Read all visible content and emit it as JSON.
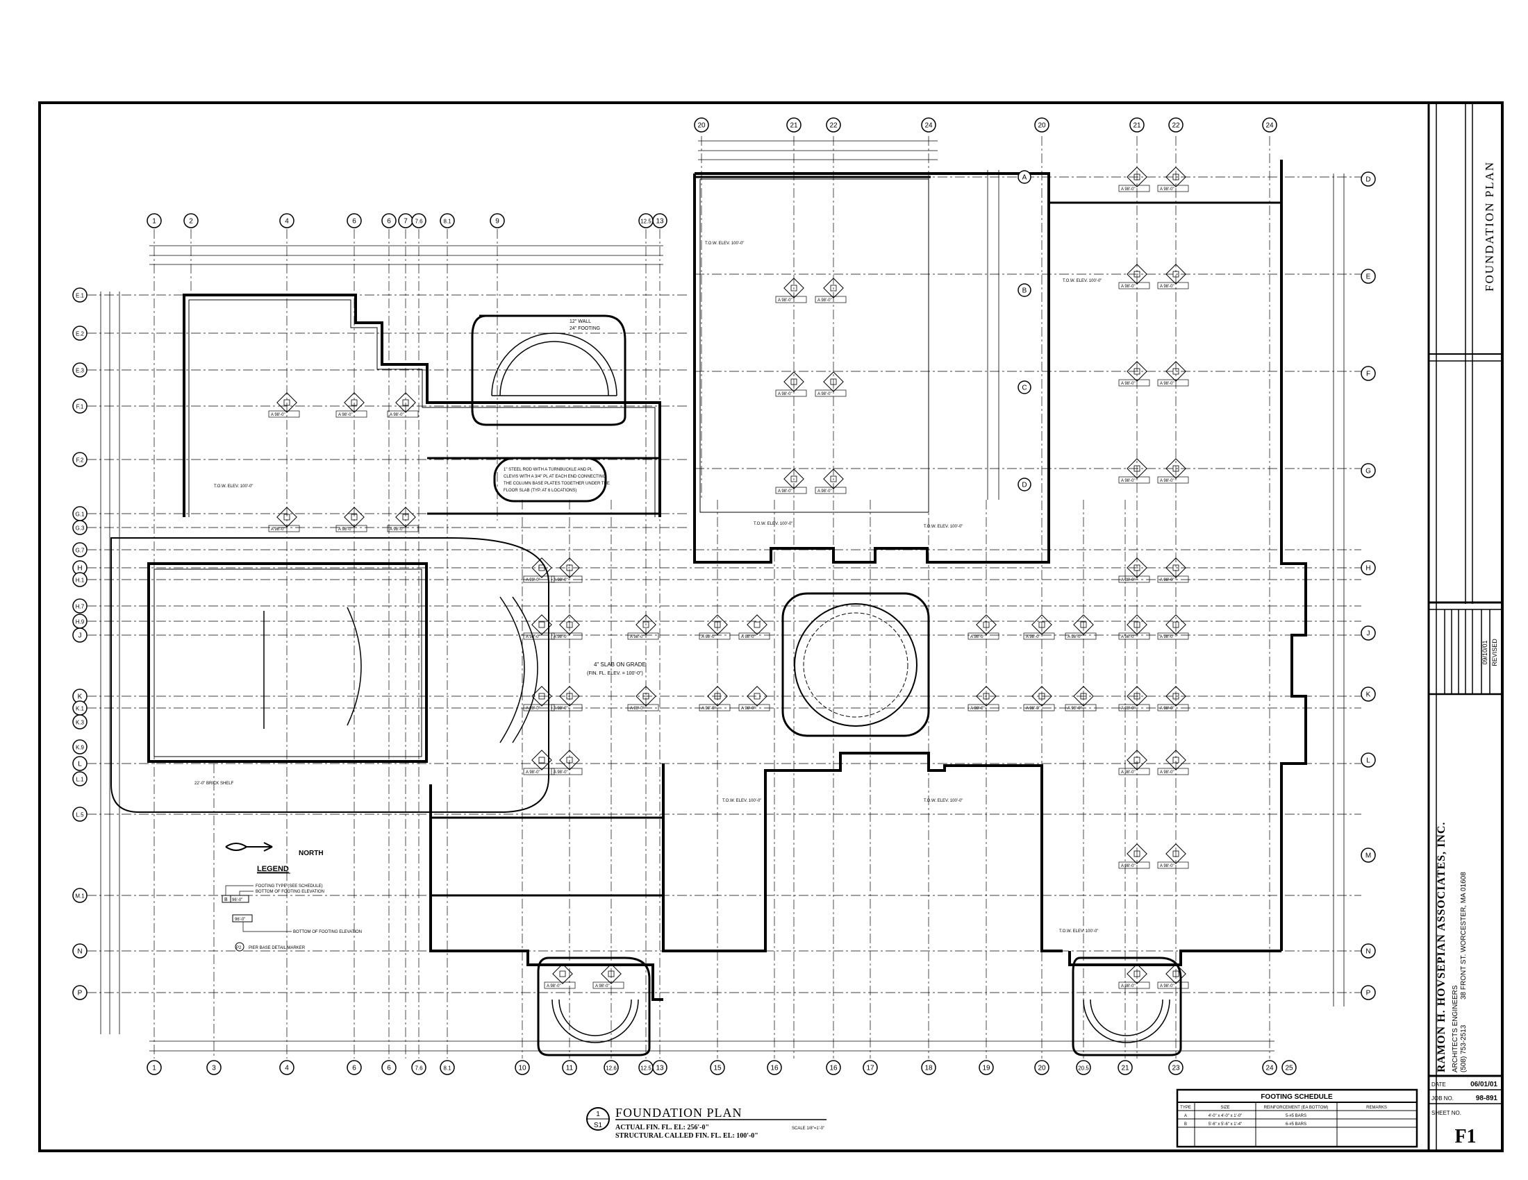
{
  "title_block": {
    "sheet_title": "FOUNDATION PLAN",
    "firm": "RAMON H. HOVSEPIAN ASSOCIATES, INC.",
    "discipline": "ARCHITECTS  ENGINEERS",
    "address": "38 FRONT ST. WORCESTER, MA 01608",
    "phone": "(508) 753-2513",
    "date_label": "DATE",
    "date_value": "06/01/01",
    "job_label": "JOB NO.",
    "job_value": "98-891",
    "sheet_label": "SHEET NO.",
    "sheet_value": "F1",
    "revision_date": "09/10/01",
    "revision_label": "REVISED"
  },
  "plan_title": {
    "detail_number": "1",
    "sheet_ref": "S1",
    "name": "FOUNDATION PLAN",
    "line1": "ACTUAL FIN. FL. EL: 256'-0\"",
    "line2": "STRUCTURAL CALLED FIN. FL. EL: 100'-0\"",
    "scale": "SCALE 1/8\"=1'-0\""
  },
  "north": {
    "label": "NORTH"
  },
  "legend": {
    "title": "LEGEND",
    "items": [
      "FOOTING TYPE (SEE SCHEDULE)",
      "BOTTOM OF FOOTING ELEVATION",
      "BOTTOM OF FOOTING ELEVATION",
      "PIER BASE DETAIL MARKER"
    ]
  },
  "footing_schedule": {
    "title": "FOOTING SCHEDULE",
    "headers": [
      "TYPE",
      "SIZE",
      "REINFORCEMENT (EA BOTTOM)",
      "REMARKS"
    ],
    "rows": [
      [
        "A",
        "4'-0\" x 4'-0\" x 1'-0\"",
        "5-#5 BARS",
        ""
      ],
      [
        "B",
        "5'-6\" x 5'-6\" x 1'-4\"",
        "6-#5 BARS",
        ""
      ]
    ]
  },
  "notes": {
    "steel_rod": "1\" STEEL ROD WITH A TURNBUCKLE AND PL CLEVIS WITH A 3/4\" PL AT EACH END CONNECTING THE COLUMN BASE PLATES TOGETHER UNDER THE FLOOR SLAB (TYP. AT 6 LOCATIONS)",
    "slab": "4\" SLAB ON GRADE",
    "slab_elev": "(FIN. FL. ELEV. = 100'-0\")",
    "stair_wall": "12\" WALL",
    "stair_footing": "24\" FOOTING",
    "brick_shelf": "22'-0\" BRICK SHELF",
    "tow_typical": "T.O.W. ELEV. 100'-0\""
  },
  "grid": {
    "top_left": [
      "1",
      "2",
      "4",
      "6",
      "6",
      "7",
      "7.6",
      "8.1",
      "9",
      "12.5",
      "13"
    ],
    "top_right": [
      "20",
      "21",
      "22",
      "24",
      "20",
      "21",
      "22",
      "24"
    ],
    "bottom": [
      "1",
      "3",
      "4",
      "6",
      "6",
      "7.6",
      "8.1",
      "10",
      "11",
      "12.6",
      "12.5",
      "13",
      "15",
      "16",
      "16",
      "17",
      "18",
      "19",
      "20",
      "20.5",
      "21",
      "23",
      "24",
      "25"
    ],
    "left": [
      "E.1",
      "E.2",
      "E.3",
      "F.1",
      "F.2",
      "G.1",
      "G.3",
      "G.7",
      "H",
      "H.1",
      "H.7",
      "H.9",
      "J",
      "K",
      "K.1",
      "K.3",
      "K.9",
      "L",
      "L.1",
      "L.5",
      "M.1",
      "N",
      "P"
    ],
    "right": [
      "D",
      "E",
      "F",
      "G",
      "H",
      "J",
      "K",
      "L",
      "M",
      "N",
      "P"
    ],
    "inner": [
      "A",
      "B",
      "C",
      "D"
    ]
  },
  "footing_tags": {
    "type_a": "A",
    "type_b": "B",
    "elev_a": "98'-0\"",
    "elev_b": "96'-0\""
  }
}
